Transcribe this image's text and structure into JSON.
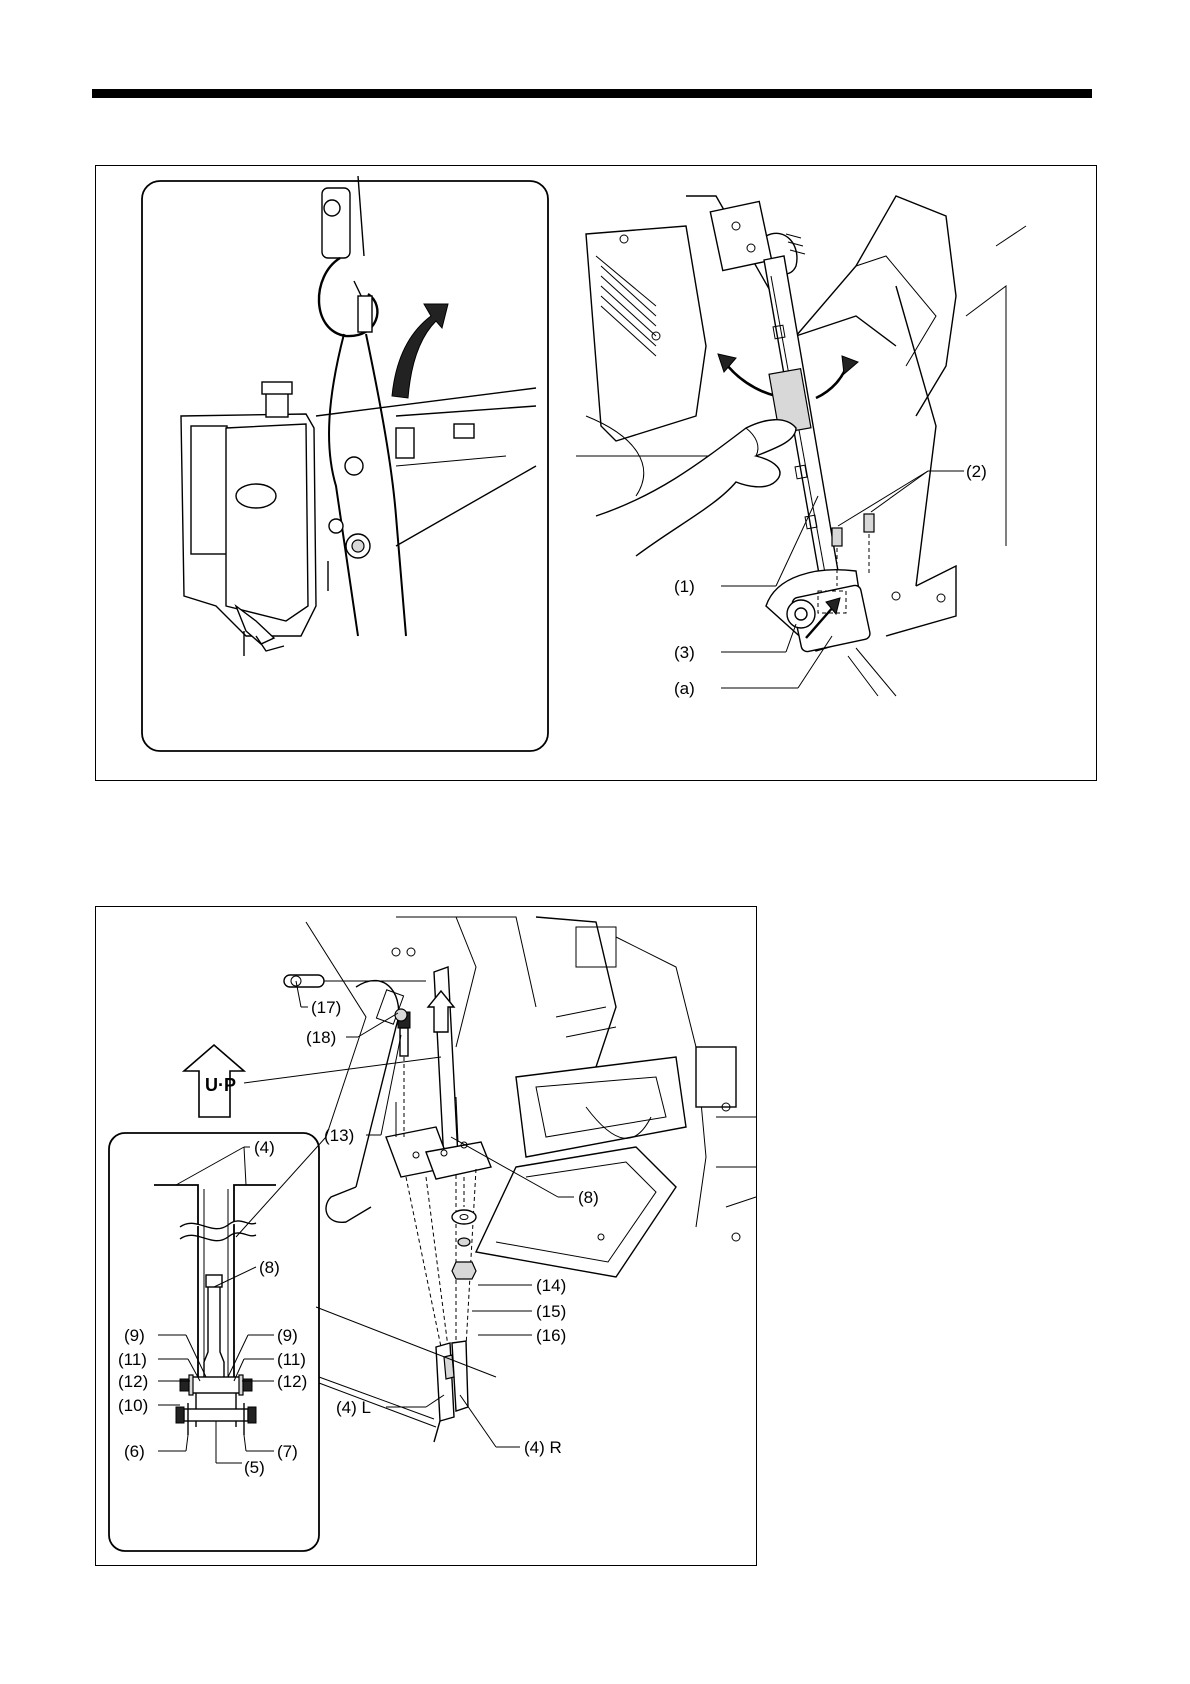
{
  "figure1": {
    "labels": {
      "p1": "(1)",
      "p2": "(2)",
      "p3": "(3)",
      "pa": "(a)"
    }
  },
  "figure2": {
    "up_label": "U·P",
    "labels": {
      "p4": "(4)",
      "p8_inset": "(8)",
      "p9_left": "(9)",
      "p9_right": "(9)",
      "p11_left": "(11)",
      "p11_right": "(11)",
      "p12_left": "(12)",
      "p12_right": "(12)",
      "p10": "(10)",
      "p6": "(6)",
      "p7": "(7)",
      "p5": "(5)",
      "p17": "(17)",
      "p18": "(18)",
      "p13": "(13)",
      "p8_main": "(8)",
      "p14": "(14)",
      "p15": "(15)",
      "p16": "(16)",
      "p4L": "(4) L",
      "p4R": "(4) R"
    }
  },
  "icons": [
    "crane-hook-icon",
    "lift-arrow-icon",
    "up-arrow-icon"
  ]
}
